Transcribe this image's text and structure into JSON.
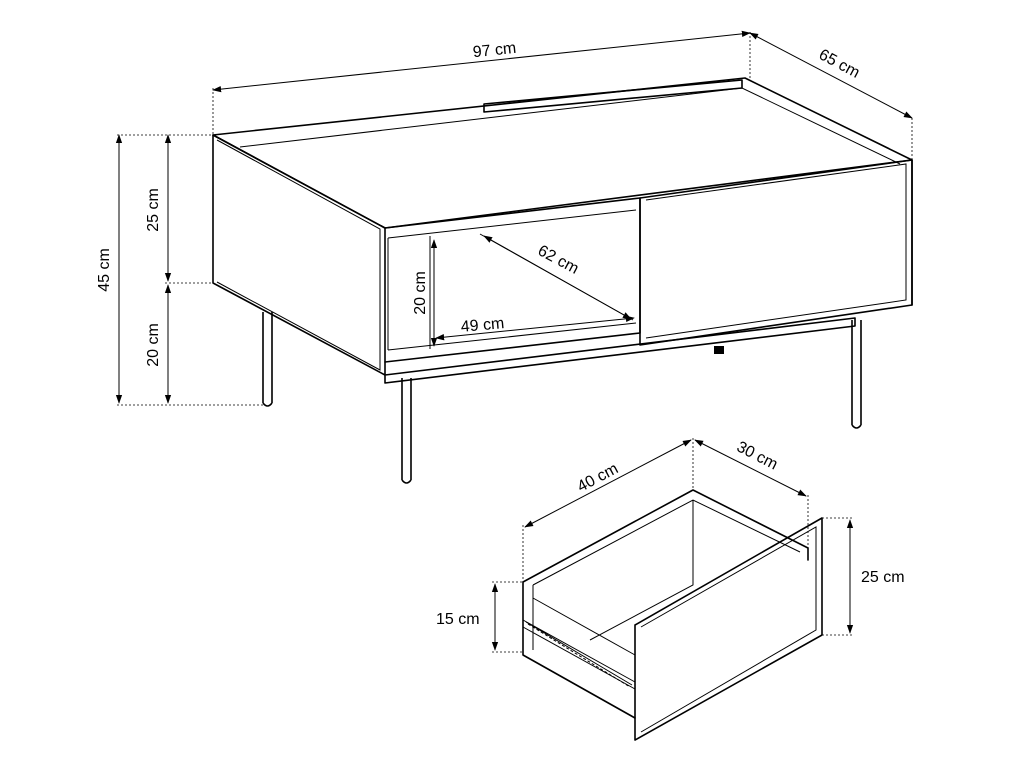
{
  "dimensions": {
    "table_width": "97 cm",
    "table_depth": "65 cm",
    "total_height": "45 cm",
    "body_height": "25 cm",
    "leg_height": "20 cm",
    "shelf_diagonal": "62 cm",
    "shelf_width": "49 cm",
    "shelf_height": "20 cm",
    "drawer_width": "40 cm",
    "drawer_depth": "30 cm",
    "drawer_front_height": "25 cm",
    "drawer_box_height": "15 cm"
  }
}
